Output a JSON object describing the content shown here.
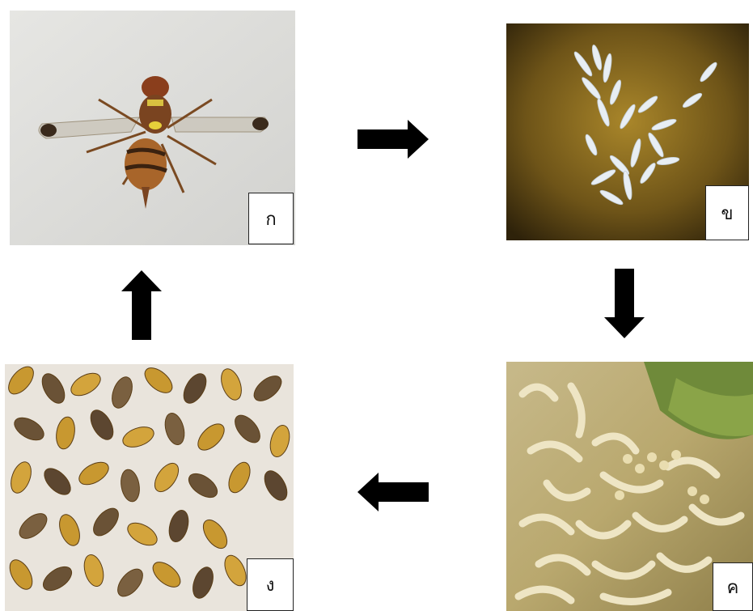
{
  "panels": {
    "adult_fly": {
      "label": "ก",
      "icon": "fruit-fly-photo"
    },
    "eggs": {
      "label": "ข",
      "icon": "fly-eggs-photo"
    },
    "larvae": {
      "label": "ค",
      "icon": "fly-larvae-photo"
    },
    "pupae": {
      "label": "ง",
      "icon": "fly-pupae-photo"
    }
  },
  "arrows": [
    "right",
    "down",
    "left",
    "up"
  ],
  "colors": {
    "arrow": "#000000",
    "label_border": "#222222",
    "background": "#ffffff"
  }
}
